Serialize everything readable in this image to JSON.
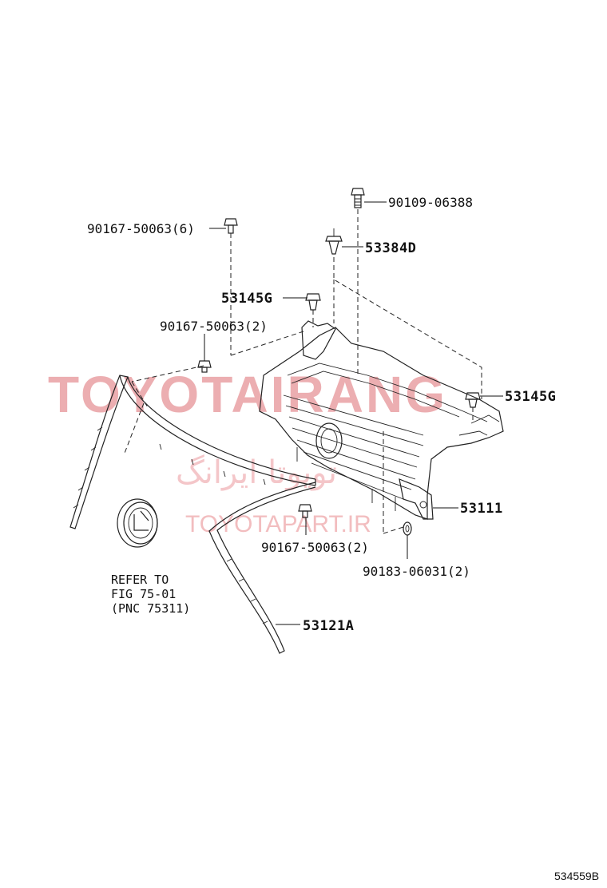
{
  "labels": {
    "bolt_top": "90109-06388",
    "clip_top": "53384D",
    "screw_top_left": "90167-50063(6)",
    "retainer_left": "53145G",
    "screw_mid_left": "90167-50063(2)",
    "retainer_right": "53145G",
    "grille": "53111",
    "screw_bottom": "90167-50063(2)",
    "nut_bottom": "90183-06031(2)",
    "molding": "53121A"
  },
  "reference": {
    "line1": "REFER TO",
    "line2": "FIG 75-01",
    "line3": "(PNC 75311)"
  },
  "watermark": {
    "brand": "TOYOTAIRANG",
    "persian": "تویوتا ایرانگ",
    "site": "TOYOTAPART.IR"
  },
  "figure_id": "534559B"
}
